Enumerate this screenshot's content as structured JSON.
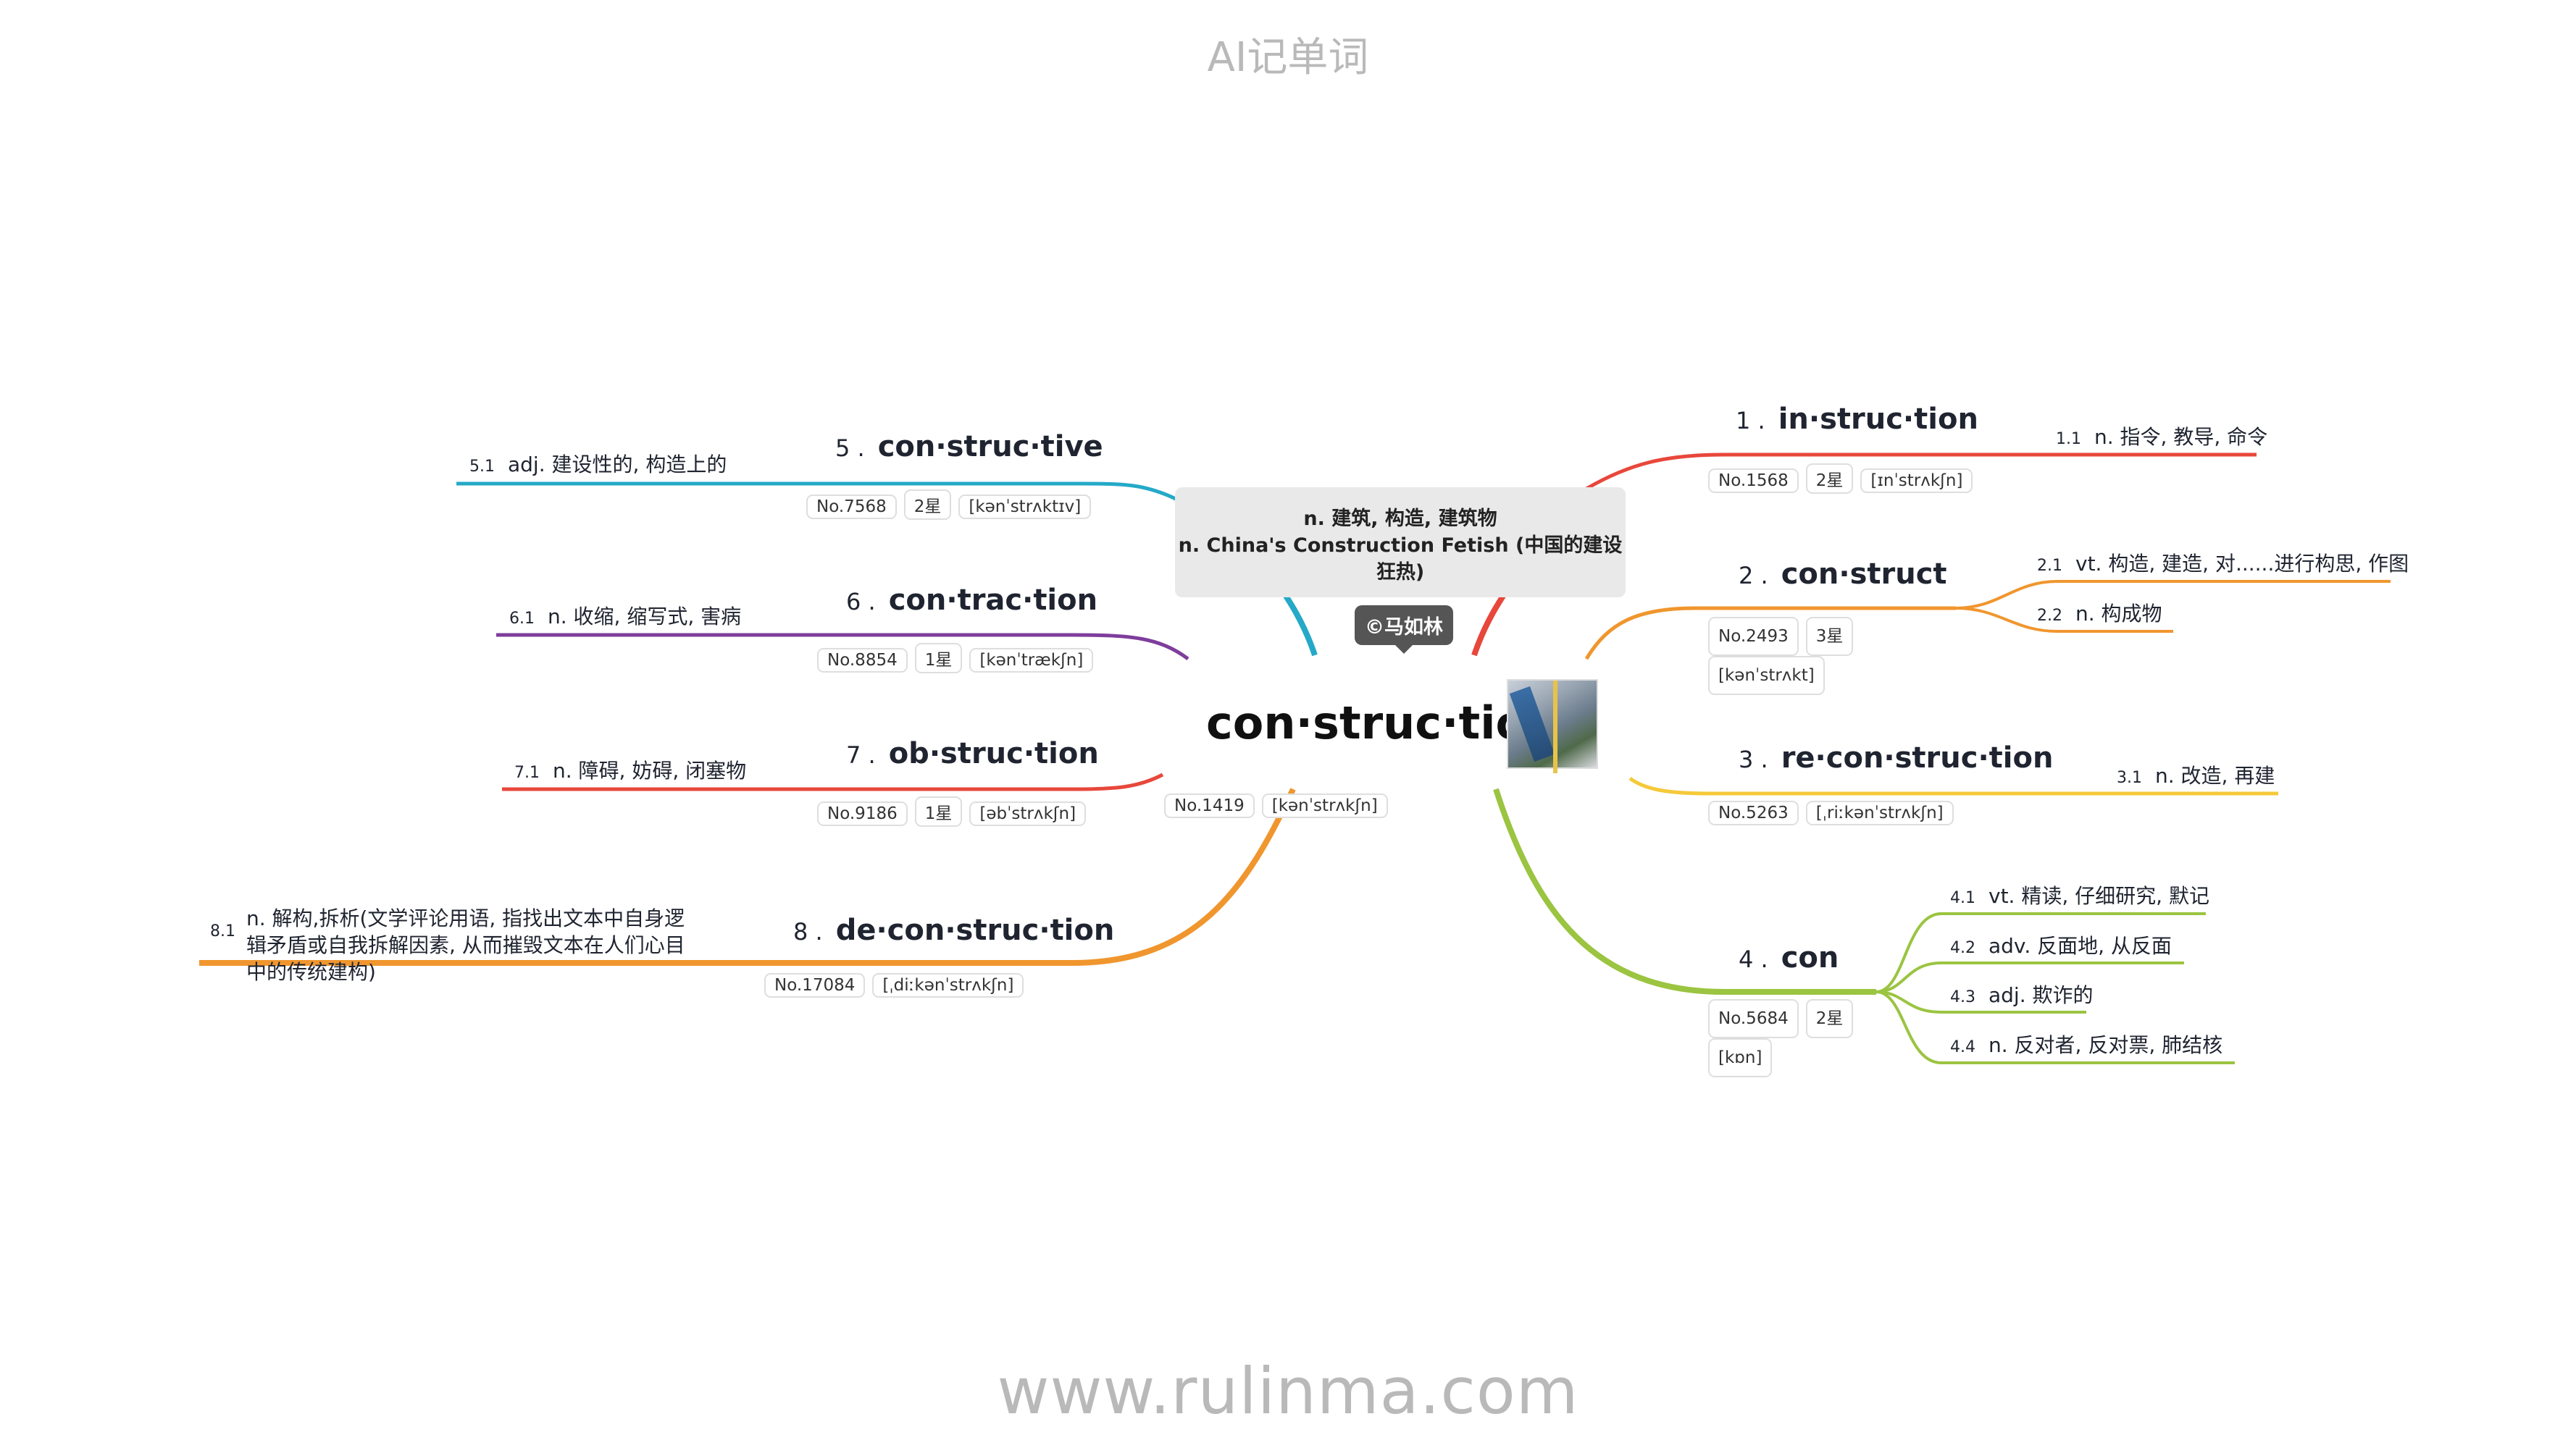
{
  "header": {
    "title": "AI记单词"
  },
  "footer": {
    "url": "www.rulinma.com"
  },
  "center": {
    "word": "con·struc·tion",
    "meanings": [
      "n. 建筑, 构造, 建筑物",
      "n. China's Construction Fetish (中国的建设狂热)"
    ],
    "credit": "©马如林",
    "tags": [
      "No.1419",
      "[kənˈstrʌkʃn]"
    ],
    "image": "construction-site-photo"
  },
  "branches": [
    {
      "id": "b1",
      "num": "1 .",
      "word": "in·struc·tion",
      "color": "#e8473b",
      "tags": [
        "No.1568",
        "2星",
        "[ɪnˈstrʌkʃn]"
      ],
      "defs": [
        {
          "num": "1.1",
          "text": "n. 指令, 教导, 命令"
        }
      ]
    },
    {
      "id": "b2",
      "num": "2 .",
      "word": "con·struct",
      "color": "#f0962e",
      "tags": [
        "No.2493",
        "3星",
        "[kənˈstrʌkt]"
      ],
      "defs": [
        {
          "num": "2.1",
          "text": "vt. 构造, 建造, 对......进行构思, 作图"
        },
        {
          "num": "2.2",
          "text": "n. 构成物"
        }
      ]
    },
    {
      "id": "b3",
      "num": "3 .",
      "word": "re·con·struc·tion",
      "color": "#f5c93a",
      "tags": [
        "No.5263",
        "[ˌriːkənˈstrʌkʃn]"
      ],
      "defs": [
        {
          "num": "3.1",
          "text": "n. 改造, 再建"
        }
      ]
    },
    {
      "id": "b4",
      "num": "4 .",
      "word": "con",
      "color": "#9bc441",
      "tags": [
        "No.5684",
        "2星",
        "[kɒn]"
      ],
      "defs": [
        {
          "num": "4.1",
          "text": "vt. 精读, 仔细研究, 默记"
        },
        {
          "num": "4.2",
          "text": "adv. 反面地, 从反面"
        },
        {
          "num": "4.3",
          "text": "adj. 欺诈的"
        },
        {
          "num": "4.4",
          "text": "n. 反对者, 反对票, 肺结核"
        }
      ]
    },
    {
      "id": "b5",
      "num": "5 .",
      "word": "con·struc·tive",
      "color": "#25a9c8",
      "tags": [
        "No.7568",
        "2星",
        "[kənˈstrʌktɪv]"
      ],
      "defs": [
        {
          "num": "5.1",
          "text": "adj. 建设性的, 构造上的"
        }
      ]
    },
    {
      "id": "b6",
      "num": "6 .",
      "word": "con·trac·tion",
      "color": "#7e3d9c",
      "tags": [
        "No.8854",
        "1星",
        "[kənˈtrækʃn]"
      ],
      "defs": [
        {
          "num": "6.1",
          "text": "n. 收缩, 缩写式, 害病"
        }
      ]
    },
    {
      "id": "b7",
      "num": "7 .",
      "word": "ob·struc·tion",
      "color": "#e8473b",
      "tags": [
        "No.9186",
        "1星",
        "[əbˈstrʌkʃn]"
      ],
      "defs": [
        {
          "num": "7.1",
          "text": "n. 障碍, 妨碍, 闭塞物"
        }
      ]
    },
    {
      "id": "b8",
      "num": "8 .",
      "word": "de·con·struc·tion",
      "color": "#f0962e",
      "tags": [
        "No.17084",
        "[ˌdiːkənˈstrʌkʃn]"
      ],
      "defs": [
        {
          "num": "8.1",
          "text": "n. 解构,拆析(文学评论用语, 指找出文本中自身逻辑矛盾或自我拆解因素, 从而摧毁文本在人们心目中的传统建构)"
        }
      ]
    }
  ]
}
